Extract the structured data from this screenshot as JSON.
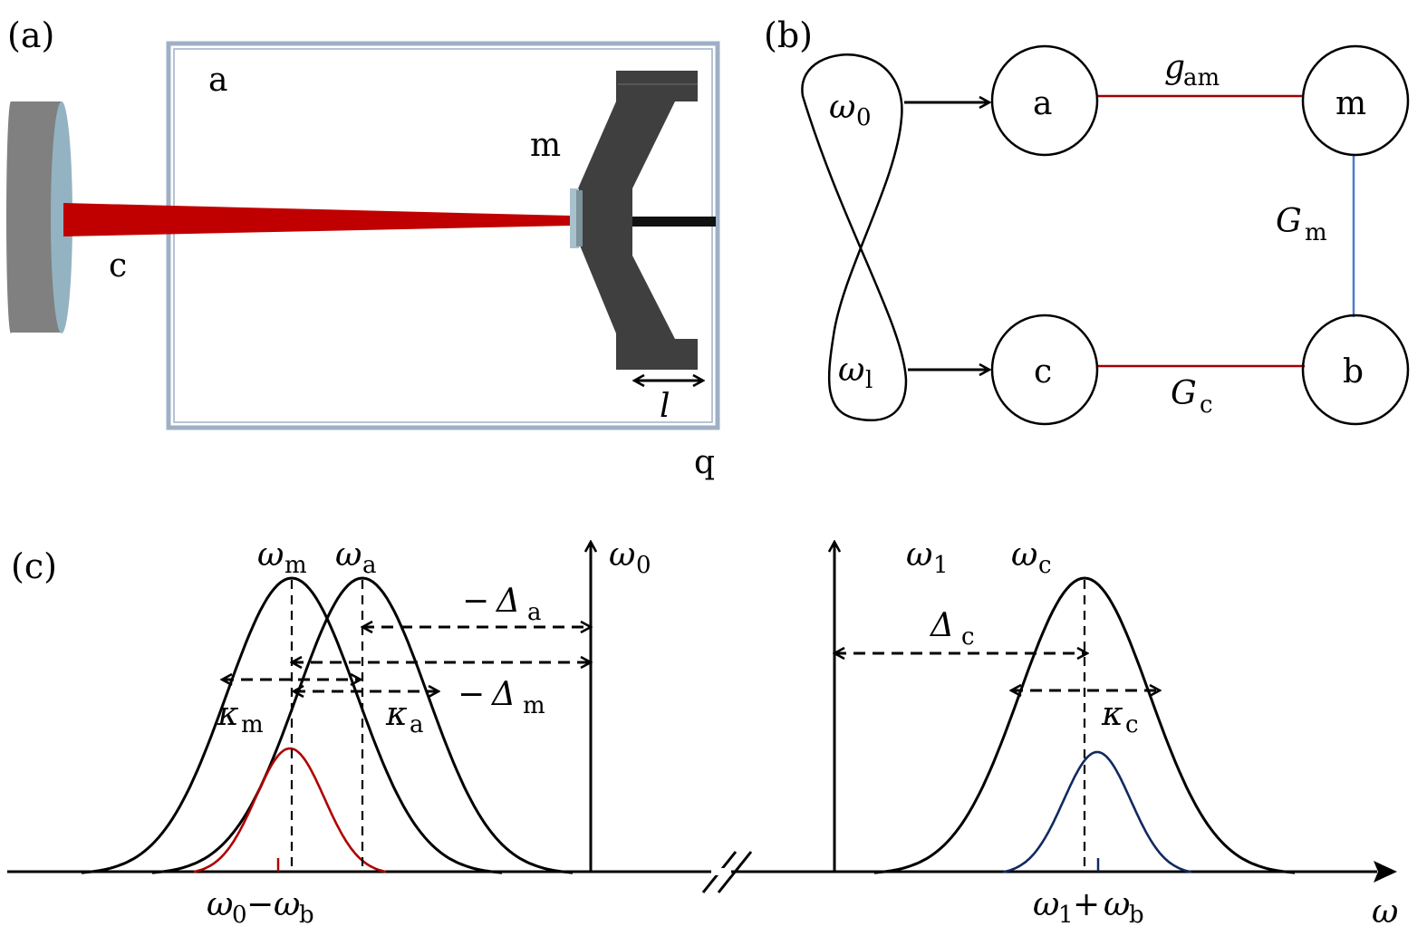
{
  "panels": {
    "a": {
      "label": "(a)",
      "box_label": "a",
      "mirror_label": "c",
      "membrane_label": "m",
      "corner_label": "q",
      "length_label": "l",
      "colors": {
        "beam": "#c00000",
        "mirror_body": "#808080",
        "mirror_face": "#93b3c2",
        "frame": "#3f3f3f",
        "box": "#9fb0c5",
        "rod": "#111111"
      }
    },
    "b": {
      "label": "(b)",
      "loop_top": {
        "sym": "ω",
        "sub": "0"
      },
      "loop_bottom": {
        "sym": "ω",
        "sub": "l"
      },
      "nodes": [
        "a",
        "m",
        "c",
        "b"
      ],
      "edges": [
        {
          "from": "a",
          "to": "m",
          "sym": "g",
          "sub": "am",
          "color": "#a00000"
        },
        {
          "from": "m",
          "to": "b",
          "sym": "G",
          "sub": "m",
          "color": "#4f7cc4"
        },
        {
          "from": "c",
          "to": "b",
          "sym": "G",
          "sub": "c",
          "color": "#a00000"
        }
      ]
    },
    "c": {
      "label": "(c)",
      "left_axis": {
        "sym": "ω",
        "sub": "0"
      },
      "right_axis": {
        "sym": "ω",
        "sub": "1"
      },
      "x_axis": {
        "sym": "ω"
      },
      "peaks": {
        "m": {
          "sym": "ω",
          "sub": "m"
        },
        "a": {
          "sym": "ω",
          "sub": "a"
        },
        "c": {
          "sym": "ω",
          "sub": "c"
        }
      },
      "widths": {
        "m": {
          "sym": "κ",
          "sub": "m"
        },
        "a": {
          "sym": "κ",
          "sub": "a"
        },
        "c": {
          "sym": "κ",
          "sub": "c"
        }
      },
      "detunings": {
        "a": {
          "prefix": "−",
          "sym": "Δ",
          "sub": "a"
        },
        "m": {
          "prefix": "−",
          "sym": "Δ",
          "sub": "m"
        },
        "c": {
          "prefix": "",
          "sym": "Δ",
          "sub": "c"
        }
      },
      "ticks": {
        "left": {
          "a": "ω",
          "a_sub": "0",
          "op": "−",
          "b": "ω",
          "b_sub": "b"
        },
        "right": {
          "a": "ω",
          "a_sub": "1",
          "op": "+",
          "b": "ω",
          "b_sub": "b"
        }
      },
      "colors": {
        "red_curve": "#b00000",
        "blue_curve": "#102a60"
      }
    }
  }
}
